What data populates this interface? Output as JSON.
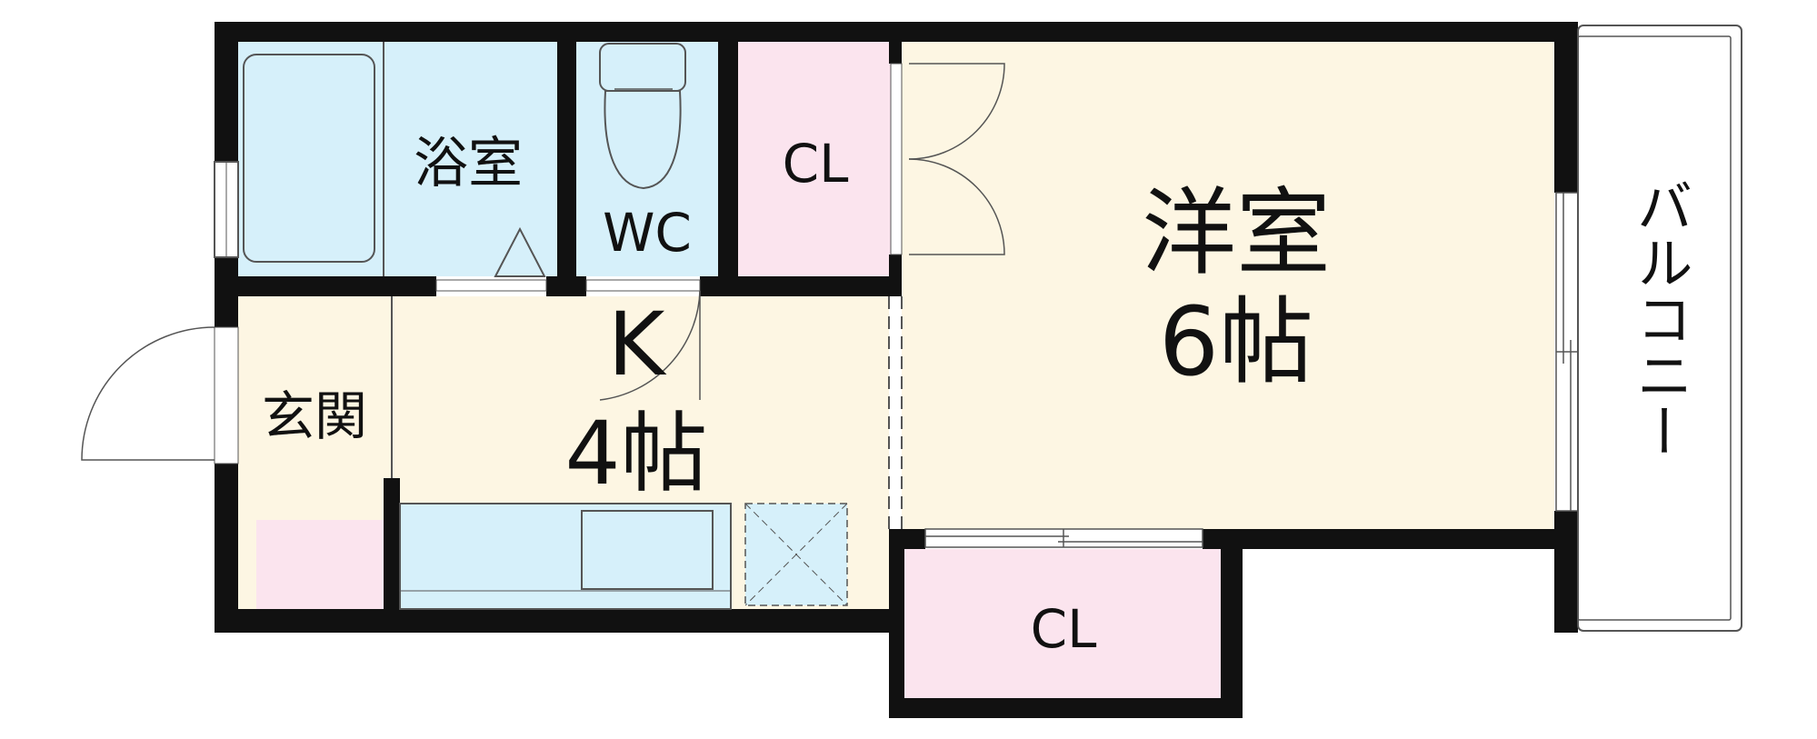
{
  "rooms": {
    "bath": {
      "label": "浴室"
    },
    "wc": {
      "label": "WC"
    },
    "closet_upper": {
      "label": "CL"
    },
    "western_room": {
      "name": "洋室",
      "size": "6帖"
    },
    "balcony": {
      "label": "バルコニー"
    },
    "entrance": {
      "label": "玄関"
    },
    "kitchen": {
      "name": "K",
      "size": "4帖"
    },
    "closet_lower": {
      "label": "CL"
    }
  },
  "colors": {
    "wall": "#111111",
    "wet_area": "#d6f0fa",
    "closet": "#fbe4ee",
    "living": "#fdf6e3",
    "fixture_line": "#5a5a5a"
  }
}
